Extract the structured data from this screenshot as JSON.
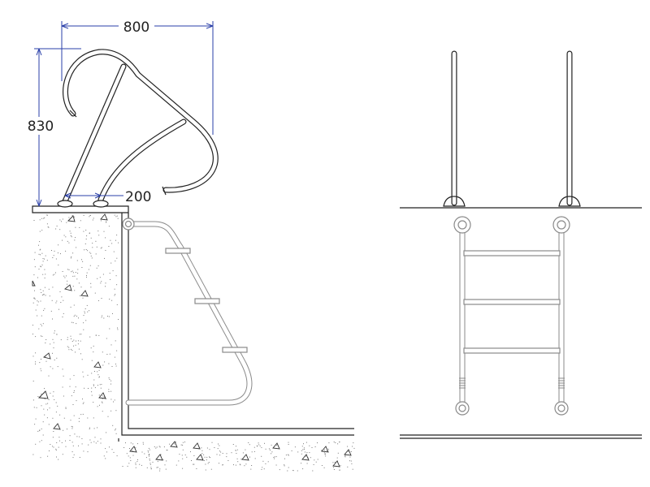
{
  "dimensions": {
    "width_label": "800",
    "height_label": "830",
    "spacing_label": "200"
  },
  "colors": {
    "dimension_line": "#2a3fa8",
    "outline": "#222222",
    "underwater": "#8a8a8a"
  }
}
